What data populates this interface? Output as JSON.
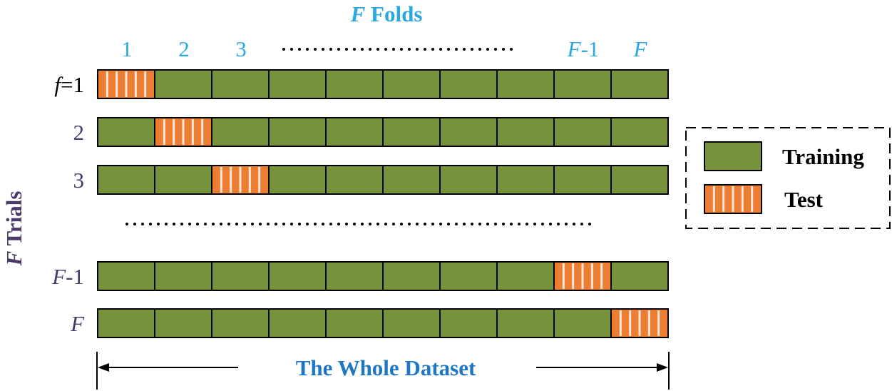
{
  "title": {
    "italic_part": "F",
    "text": " Folds"
  },
  "fold_labels": [
    {
      "text": "1",
      "italic": false
    },
    {
      "text": "2",
      "italic": false
    },
    {
      "text": "3",
      "italic": false
    },
    {
      "text": "F",
      "italic": true,
      "suffix": "-1"
    },
    {
      "text": "F",
      "italic": true,
      "suffix": ""
    }
  ],
  "trials_axis": {
    "italic_part": "F",
    "text": " Trials"
  },
  "trials": [
    {
      "label_italic": "f",
      "label": "=1",
      "test_fold": 0
    },
    {
      "label_italic": "",
      "label": "2",
      "test_fold": 1
    },
    {
      "label_italic": "",
      "label": "3",
      "test_fold": 2
    },
    {
      "label_italic": "F",
      "label": "-1",
      "test_fold": 8
    },
    {
      "label_italic": "F",
      "label": "",
      "test_fold": 9
    }
  ],
  "num_folds": 10,
  "legend": {
    "training": "Training",
    "test": "Test"
  },
  "dataset_label": "The Whole Dataset",
  "colors": {
    "training": "#76923c",
    "test": "#ed7d31",
    "stripe": "#f4e6dc",
    "folds_text": "#29a9e0",
    "dataset_text": "#1f77c4",
    "trials_text": "#4a3a6a",
    "row_label_text": "#4a3a6a",
    "first_row_label": "#000000"
  }
}
